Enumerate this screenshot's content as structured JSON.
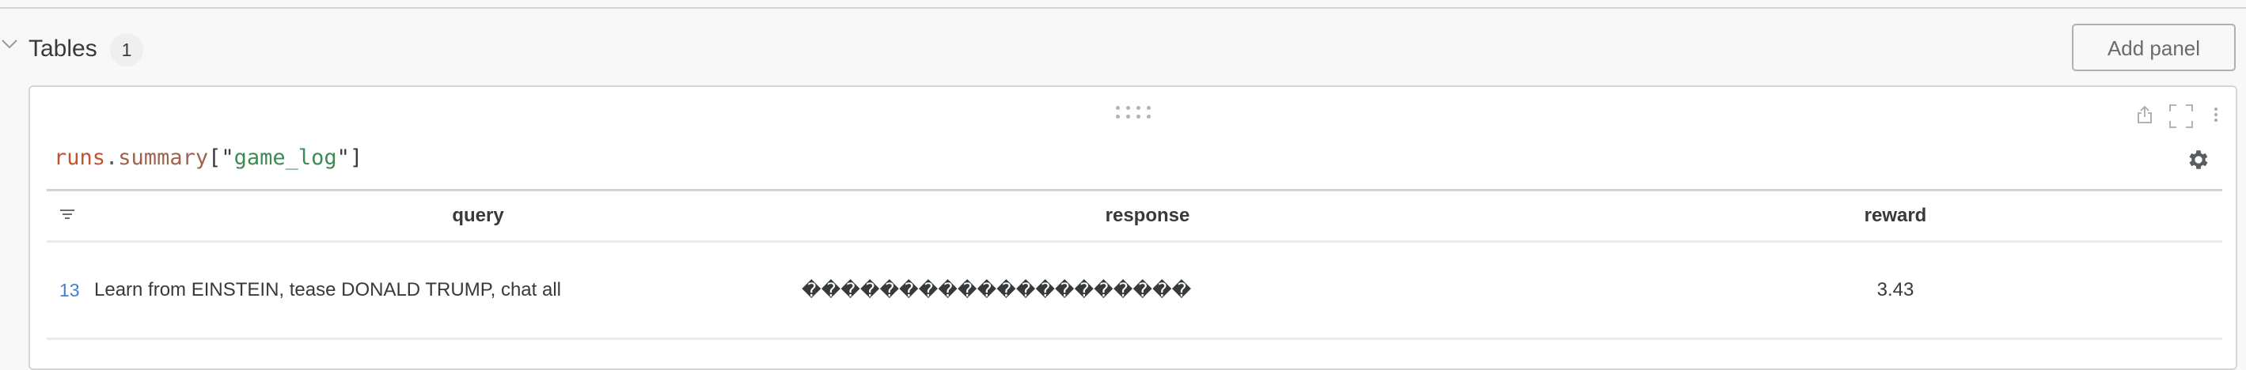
{
  "section": {
    "title": "Tables",
    "count": "1",
    "collapse_icon": "chevron-down-icon",
    "add_panel_label": "Add panel"
  },
  "panel": {
    "drag_handle_icon": "drag-handle-icon",
    "toolbar_icons": [
      "share-icon",
      "fullscreen-icon",
      "more-vertical-icon"
    ],
    "settings_icon": "gear-icon",
    "expression": {
      "object": "runs",
      "dot": ".",
      "attribute": "summary",
      "open": "[\"",
      "key": "game_log",
      "close": "\"]"
    },
    "table": {
      "filter_icon": "filter-icon",
      "columns": [
        "query",
        "response",
        "reward"
      ],
      "rows": [
        {
          "index": "13",
          "query": "Learn from EINSTEIN, tease DONALD TRUMP, chat all",
          "response": "��������������������",
          "reward": "3.43"
        }
      ]
    }
  },
  "colors": {
    "page_background": "#f8f8f8",
    "panel_background": "#ffffff",
    "text": "#363a3d",
    "index_link": "#3b82d6",
    "code_object": "#c4522c",
    "code_attribute": "#a0624a",
    "code_string": "#3d8a52"
  }
}
